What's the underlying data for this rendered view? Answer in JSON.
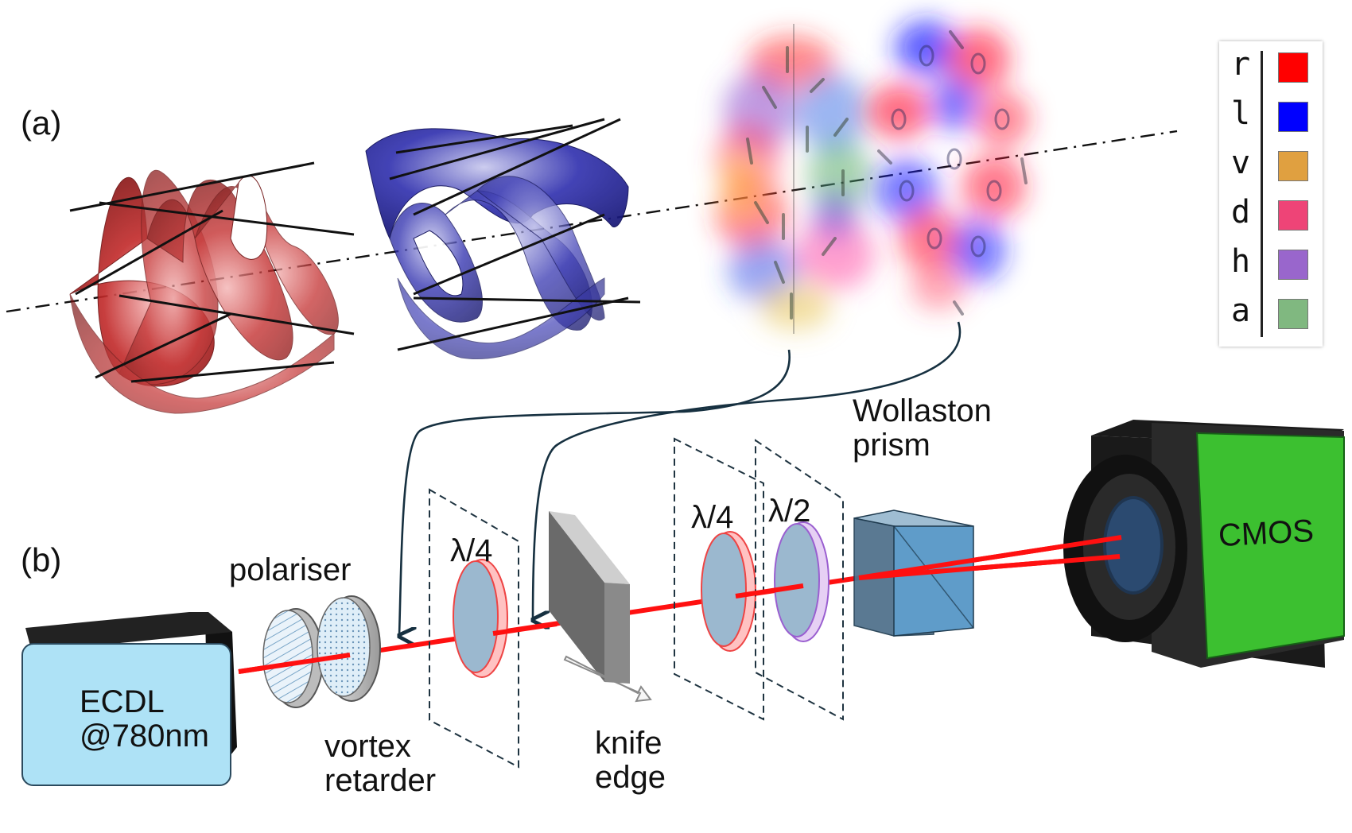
{
  "panels": {
    "a": "(a)",
    "b": "(b)"
  },
  "components": {
    "laser": "ECDL\n@780nm",
    "polariser": "polariser",
    "vortex": "vortex\nretarder",
    "qwp1": "λ/4",
    "knife": "knife\nedge",
    "qwp2": "λ/4",
    "hwp": "λ/2",
    "wollaston": "Wollaston\nprism",
    "camera": "CMOS"
  },
  "legend": [
    {
      "key": "r",
      "color": "#ff0000"
    },
    {
      "key": "l",
      "color": "#0000ff"
    },
    {
      "key": "v",
      "color": "#e0a040"
    },
    {
      "key": "d",
      "color": "#ee4477"
    },
    {
      "key": "h",
      "color": "#9966cc"
    },
    {
      "key": "a",
      "color": "#80b880"
    }
  ],
  "colors": {
    "beam": "#ff1010",
    "helix_red": "#b01818",
    "helix_blue": "#1c1c9a",
    "camera_body": "#3cc030",
    "laser_body": "#aee2f6"
  }
}
